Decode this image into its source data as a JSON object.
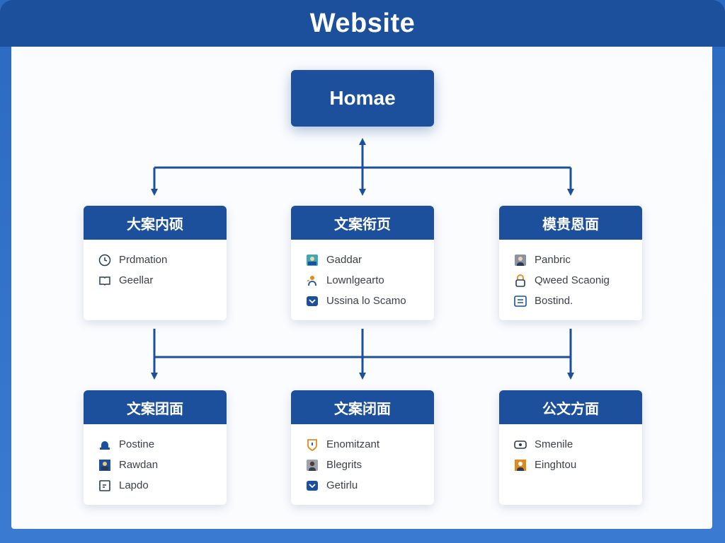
{
  "header": {
    "title": "Website"
  },
  "home": {
    "label": "Homae"
  },
  "colors": {
    "primary": "#1c4f9c",
    "border": "#2f6fc4",
    "canvas": "#fbfcfe",
    "accent_orange": "#e08a1a"
  },
  "cards": [
    {
      "title": "大案内硕",
      "items": [
        {
          "icon": "clock-icon",
          "label": "Prdmation"
        },
        {
          "icon": "book-icon",
          "label": "Geellar"
        }
      ]
    },
    {
      "title": "文案衔页",
      "items": [
        {
          "icon": "landscape-image-icon",
          "label": "Gaddar"
        },
        {
          "icon": "person-upload-icon",
          "label": "Lownlgearto"
        },
        {
          "icon": "inbox-icon",
          "label": "Ussina lo Scamo"
        }
      ]
    },
    {
      "title": "模贵恩面",
      "items": [
        {
          "icon": "user-portrait-icon",
          "label": "Panbric"
        },
        {
          "icon": "lock-icon",
          "label": "Qweed Scaonig"
        },
        {
          "icon": "document-icon",
          "label": "Bostind."
        }
      ]
    },
    {
      "title": "文案团面",
      "items": [
        {
          "icon": "bell-icon",
          "label": "Postine"
        },
        {
          "icon": "photo-icon",
          "label": "Rawdan"
        },
        {
          "icon": "clipboard-icon",
          "label": "Lapdo"
        }
      ]
    },
    {
      "title": "文案闭面",
      "items": [
        {
          "icon": "shield-icon",
          "label": "Enomitzant"
        },
        {
          "icon": "person-photo-icon",
          "label": "Blegrits"
        },
        {
          "icon": "inbox-icon",
          "label": "Getirlu"
        }
      ]
    },
    {
      "title": "公文方面",
      "items": [
        {
          "icon": "mail-icon",
          "label": "Smenile"
        },
        {
          "icon": "person-alert-icon",
          "label": "Einghtou"
        }
      ]
    }
  ]
}
